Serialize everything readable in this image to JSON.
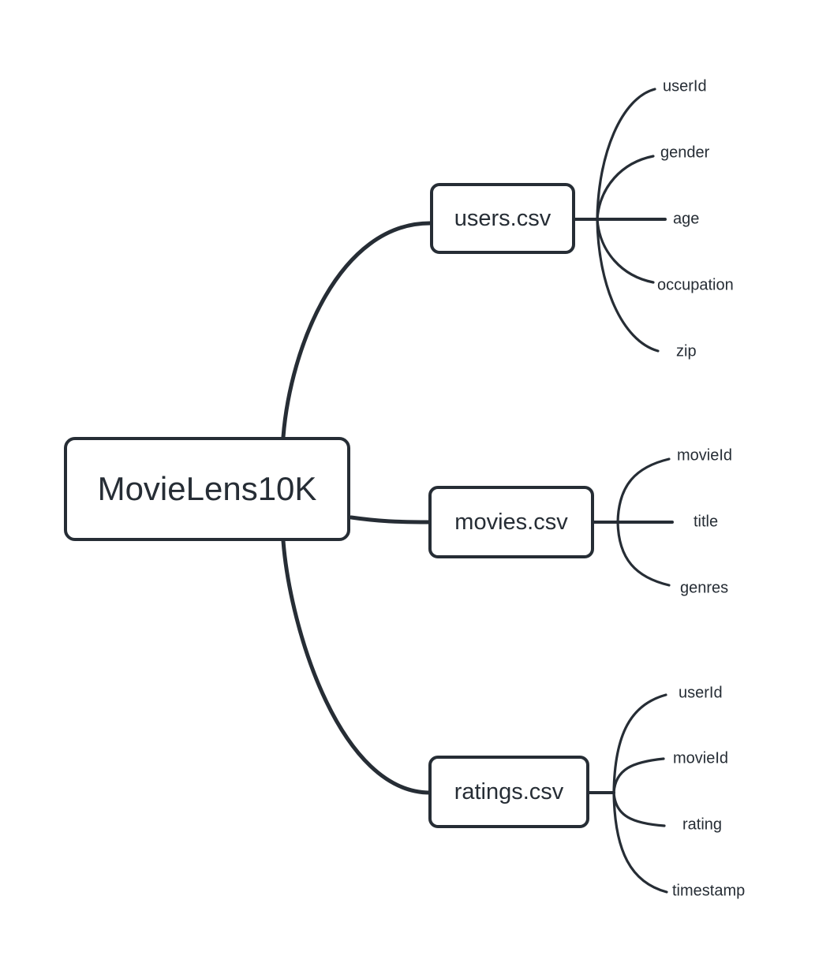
{
  "diagram": {
    "type": "mindmap",
    "background_color": "#ffffff",
    "stroke_color": "#262d35",
    "text_color": "#262d35",
    "root": {
      "label": "MovieLens10K"
    },
    "branches": [
      {
        "label": "users.csv",
        "leaves": [
          "userId",
          "gender",
          "age",
          "occupation",
          "zip"
        ]
      },
      {
        "label": "movies.csv",
        "leaves": [
          "movieId",
          "title",
          "genres"
        ]
      },
      {
        "label": "ratings.csv",
        "leaves": [
          "userId",
          "movieId",
          "rating",
          "timestamp"
        ]
      }
    ]
  }
}
